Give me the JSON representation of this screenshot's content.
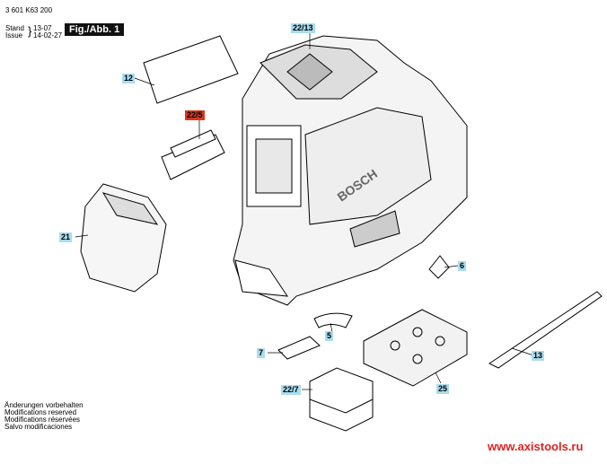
{
  "header": {
    "part_number": "3 601 K63 200",
    "stand_label": "Stand",
    "stand_value": "13-07",
    "issue_label": "Issue",
    "issue_value": "14-02-27",
    "figure_label": "Fig./Abb. 1"
  },
  "parts": [
    {
      "id": "22/13",
      "highlight": false
    },
    {
      "id": "12",
      "highlight": false
    },
    {
      "id": "22/5",
      "highlight": true
    },
    {
      "id": "21",
      "highlight": false
    },
    {
      "id": "6",
      "highlight": false
    },
    {
      "id": "7",
      "highlight": false
    },
    {
      "id": "5",
      "highlight": false
    },
    {
      "id": "13",
      "highlight": false
    },
    {
      "id": "22/7",
      "highlight": false
    },
    {
      "id": "25",
      "highlight": false
    }
  ],
  "device_brand": "BOSCH",
  "footer": {
    "notes": [
      "Änderungen vorbehalten",
      "Modifications reserved",
      "Modifications réservées",
      "Salvo modificaciones"
    ]
  },
  "watermark": "www.axistools.ru",
  "colors": {
    "label_bg": "#a9dcee",
    "label_highlight": "#d9371e",
    "watermark": "#e02020"
  }
}
